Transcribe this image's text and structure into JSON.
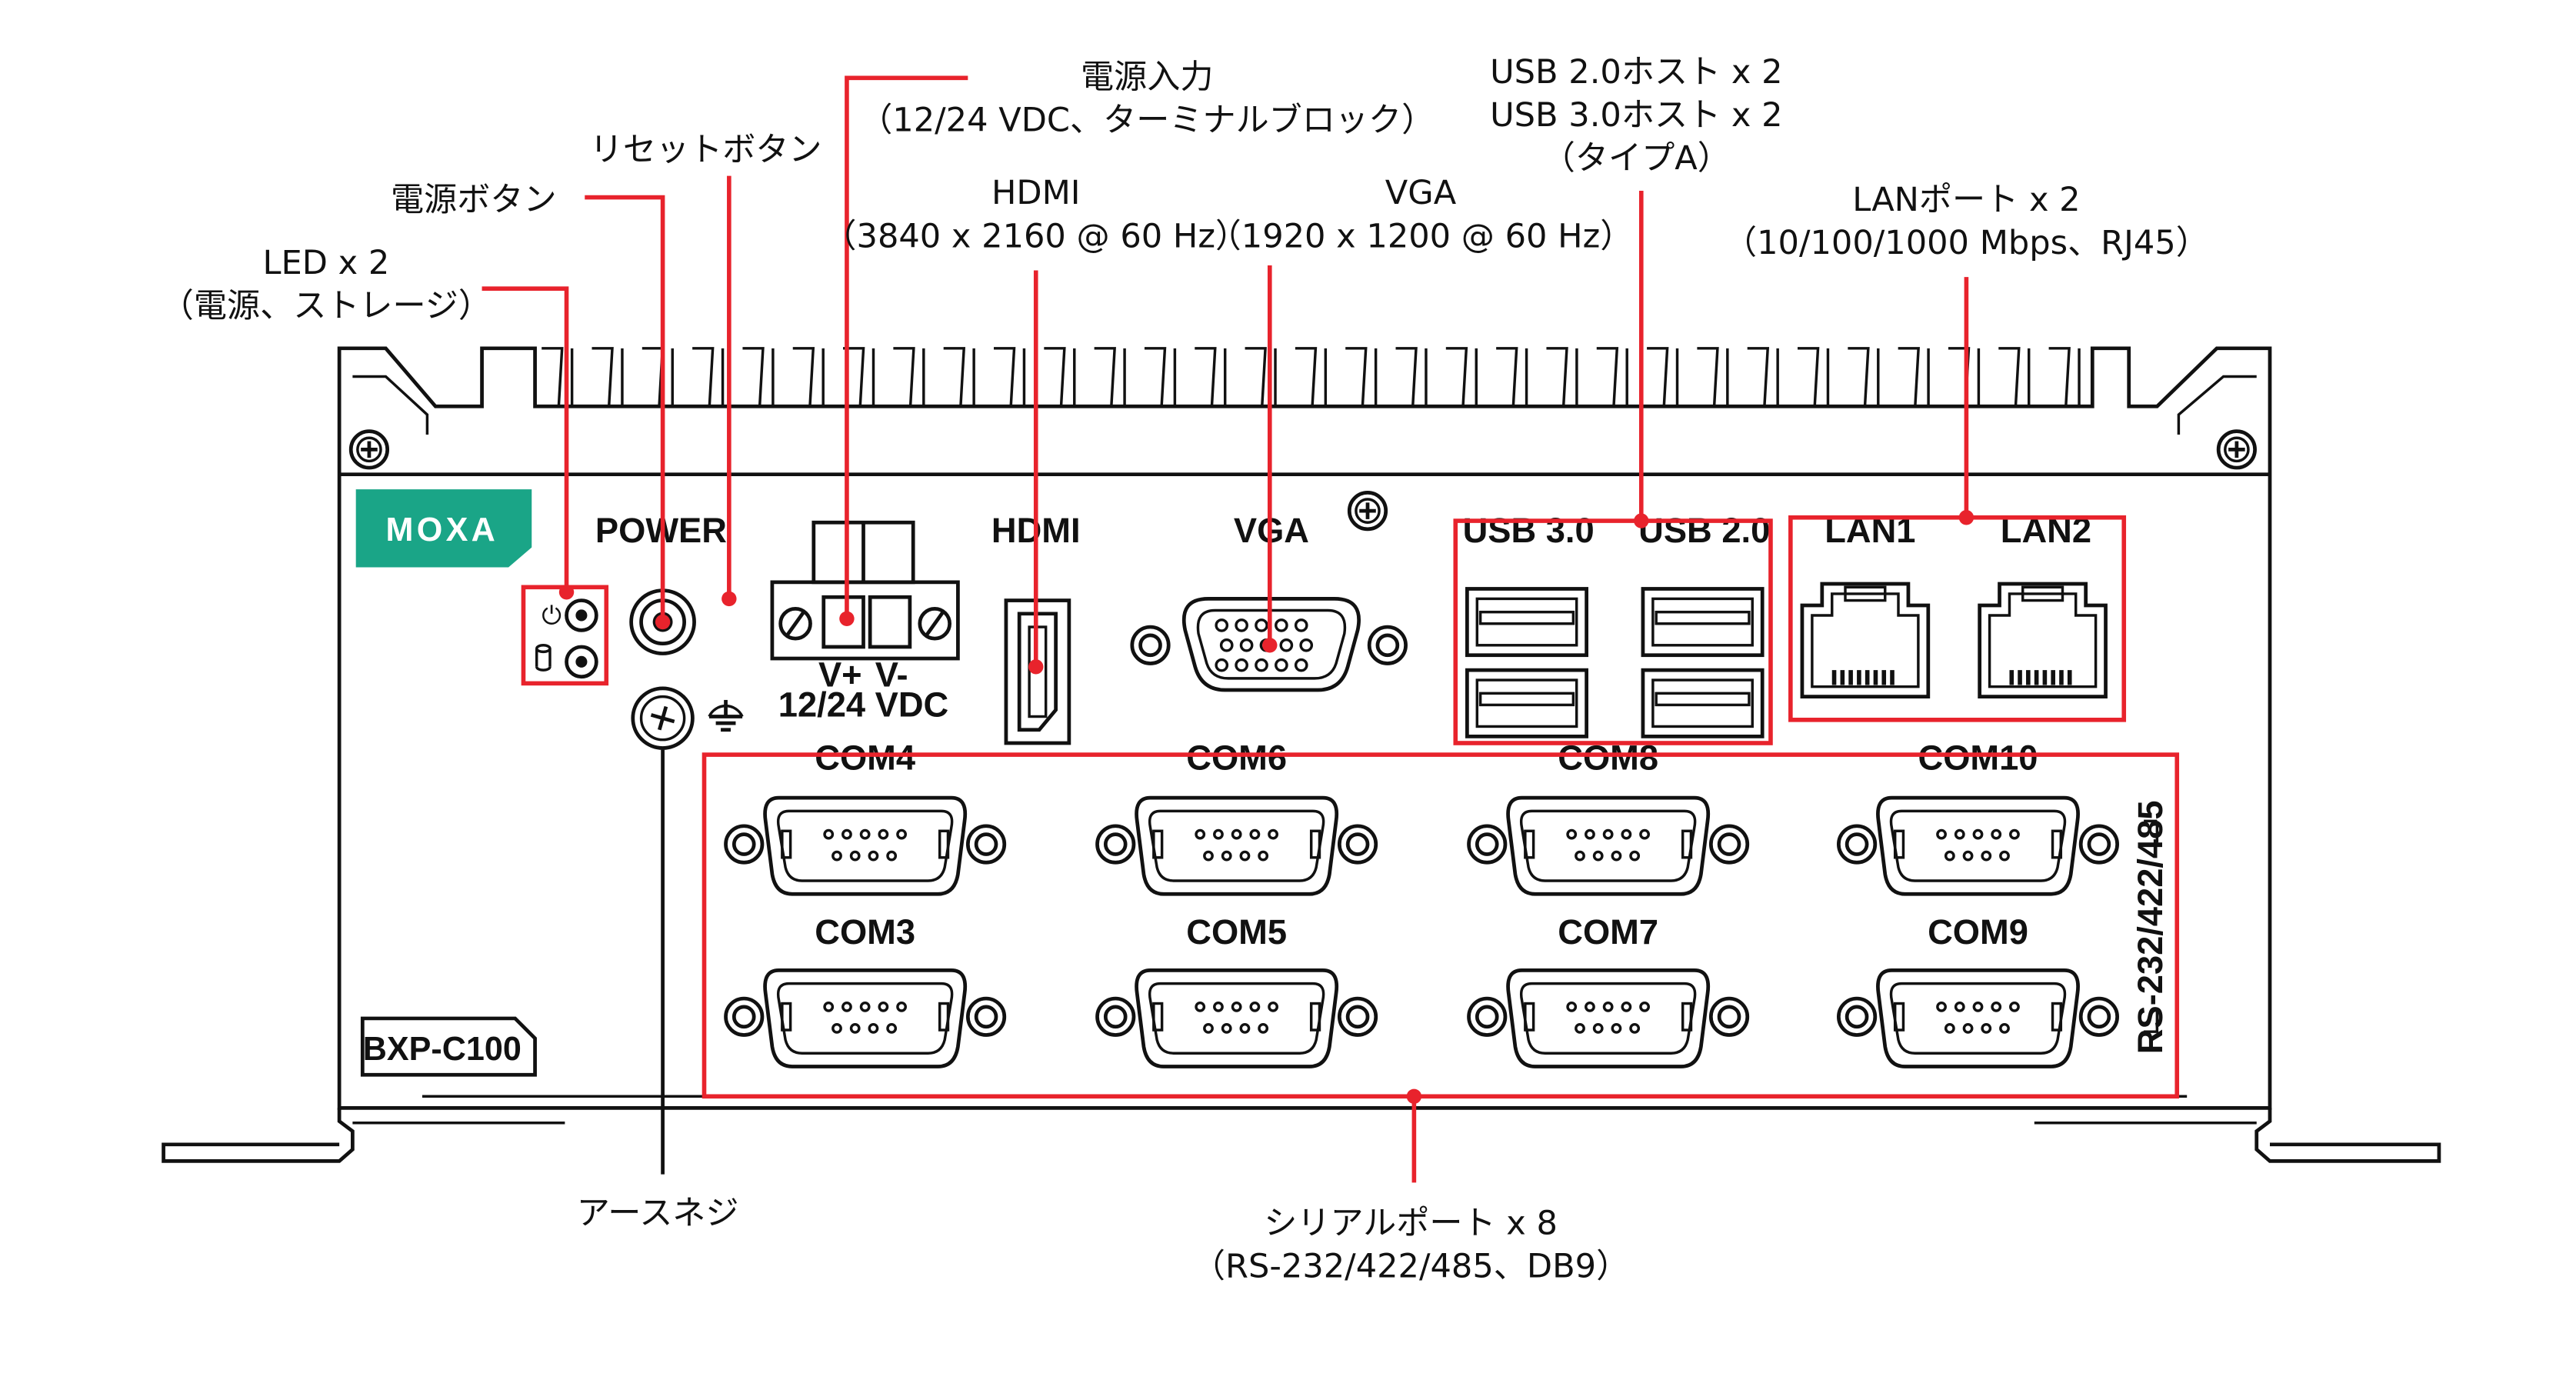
{
  "device": {
    "brand": "MOXA",
    "model": "BXP-C100",
    "panel_labels": {
      "power": "POWER",
      "hdmi": "HDMI",
      "vga": "VGA",
      "usb30": "USB 3.0",
      "usb20": "USB 2.0",
      "lan1": "LAN1",
      "lan2": "LAN2",
      "vplus": "V+",
      "vminus": "V-",
      "vdc": "12/24 VDC",
      "serial_side": "RS-232/422/485"
    },
    "com_ports": [
      "COM4",
      "COM6",
      "COM8",
      "COM10",
      "COM3",
      "COM5",
      "COM7",
      "COM9"
    ]
  },
  "callouts": {
    "led": [
      "LED x 2",
      "（電源、ストレージ）"
    ],
    "power_button": [
      "電源ボタン"
    ],
    "reset_button": [
      "リセットボタン"
    ],
    "power_input": [
      "電源入力",
      "（12/24 VDC、ターミナルブロック）"
    ],
    "hdmi": [
      "HDMI",
      "（3840 x 2160 @ 60 Hz）"
    ],
    "vga": [
      "VGA",
      "（1920 x 1200 @ 60 Hz）"
    ],
    "usb": [
      "USB 2.0ホスト x 2",
      "USB 3.0ホスト x 2",
      "（タイプA）"
    ],
    "lan": [
      "LANポート x 2",
      "（10/100/1000 Mbps、RJ45）"
    ],
    "ground": [
      "アースネジ"
    ],
    "serial": [
      "シリアルポート x 8",
      "（RS-232/422/485、DB9）"
    ]
  },
  "colors": {
    "callout_line": "#e8232c",
    "brand_green": "#1aa587",
    "outline": "#111111"
  }
}
